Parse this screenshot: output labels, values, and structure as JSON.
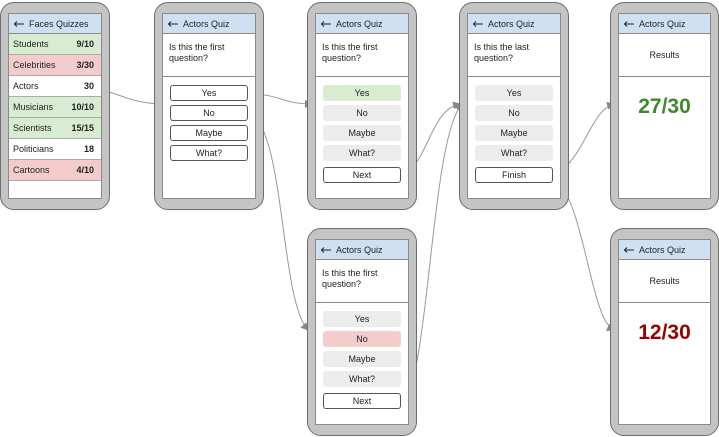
{
  "colors": {
    "header": "#cfe0f3",
    "correct": "#d8ecd2",
    "wrong": "#f4cccc",
    "good_score": "#3f8a2a",
    "bad_score": "#990000"
  },
  "icons": {
    "back": "back-arrow-icon"
  },
  "quiz_list": {
    "title": "Faces Quizzes",
    "items": [
      {
        "name": "Students",
        "score": "9/10",
        "state": "green"
      },
      {
        "name": "Celebrities",
        "score": "3/30",
        "state": "red"
      },
      {
        "name": "Actors",
        "score": "30",
        "state": "plain"
      },
      {
        "name": "Musicians",
        "score": "10/10",
        "state": "green"
      },
      {
        "name": "Scientists",
        "score": "15/15",
        "state": "green"
      },
      {
        "name": "Politicians",
        "score": "18",
        "state": "plain"
      },
      {
        "name": "Cartoons",
        "score": "4/10",
        "state": "red"
      }
    ]
  },
  "screens": {
    "question_first": {
      "title": "Actors Quiz",
      "question": "Is this the first question?",
      "options": [
        "Yes",
        "No",
        "Maybe",
        "What?"
      ]
    },
    "answer_yes": {
      "title": "Actors Quiz",
      "question": "Is this the first question?",
      "options": [
        "Yes",
        "No",
        "Maybe",
        "What?"
      ],
      "action": "Next"
    },
    "answer_no": {
      "title": "Actors Quiz",
      "question": "Is this the first question?",
      "options": [
        "Yes",
        "No",
        "Maybe",
        "What?"
      ],
      "action": "Next"
    },
    "question_last": {
      "title": "Actors Quiz",
      "question": "Is this the last question?",
      "options": [
        "Yes",
        "No",
        "Maybe",
        "What?"
      ],
      "action": "Finish"
    },
    "results_good": {
      "title": "Actors Quiz",
      "label": "Results",
      "score": "27/30"
    },
    "results_bad": {
      "title": "Actors Quiz",
      "label": "Results",
      "score": "12/30"
    }
  }
}
